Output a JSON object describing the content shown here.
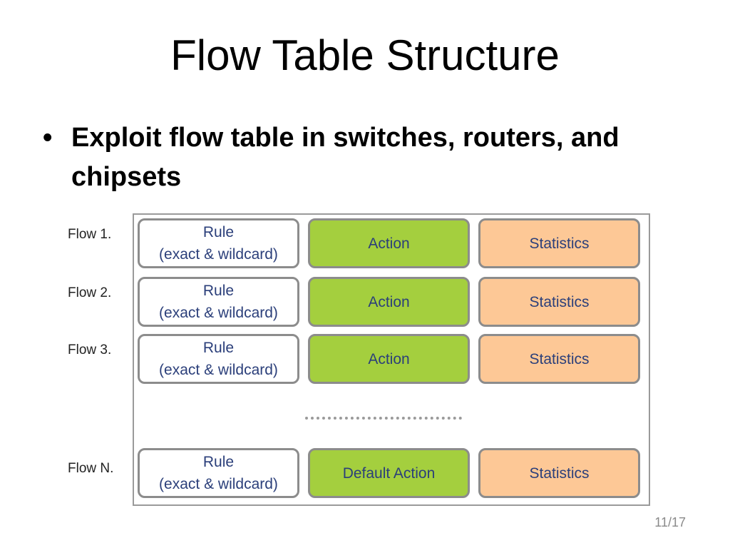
{
  "slide": {
    "title": "Flow Table Structure",
    "bullet_symbol": "•",
    "bullet_text": "Exploit flow table in switches, routers, and chipsets",
    "page_number": "11/17"
  },
  "diagram": {
    "colors": {
      "rule_fill": "#ffffff",
      "action_fill": "#a4cf3e",
      "statistics_fill": "#fdc896",
      "box_border": "#8c8c8c",
      "box_text": "#2b3f7a"
    },
    "ellipsis": "dotted separator",
    "flows": [
      {
        "label": "Flow 1.",
        "rule_line1": "Rule",
        "rule_line2": "(exact & wildcard)",
        "action": "Action",
        "statistics": "Statistics"
      },
      {
        "label": "Flow 2.",
        "rule_line1": "Rule",
        "rule_line2": "(exact & wildcard)",
        "action": "Action",
        "statistics": "Statistics"
      },
      {
        "label": "Flow 3.",
        "rule_line1": "Rule",
        "rule_line2": "(exact & wildcard)",
        "action": "Action",
        "statistics": "Statistics"
      },
      {
        "label": "Flow N.",
        "rule_line1": "Rule",
        "rule_line2": "(exact & wildcard)",
        "action": "Default Action",
        "statistics": "Statistics"
      }
    ]
  }
}
